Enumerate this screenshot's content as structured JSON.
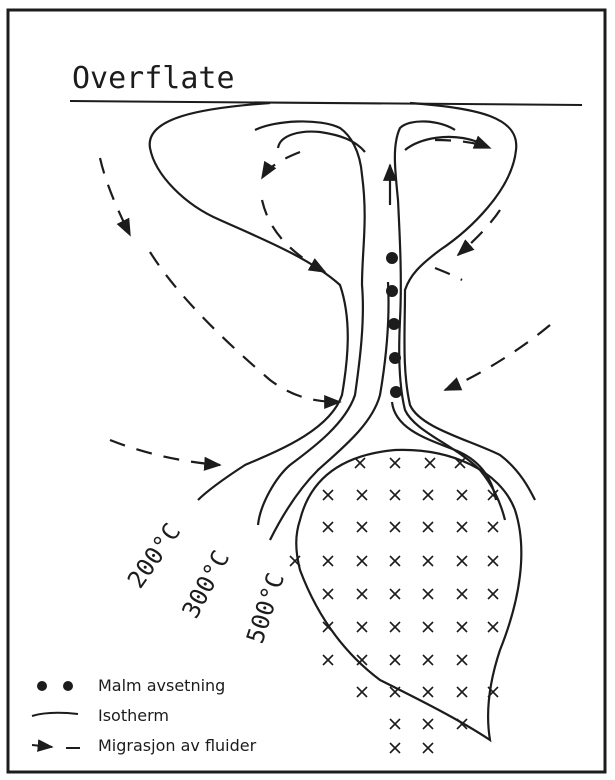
{
  "diagram": {
    "surface_label": "Overflate",
    "isotherms": [
      {
        "label": "200°C"
      },
      {
        "label": "300°C"
      },
      {
        "label": "500°C"
      }
    ],
    "legend": {
      "ore": "Malm avsetning",
      "isotherm": "Isotherm",
      "migration": "Migrasjon av fluider"
    },
    "colors": {
      "ink": "#1c1c1c",
      "paper": "#ffffff"
    }
  }
}
